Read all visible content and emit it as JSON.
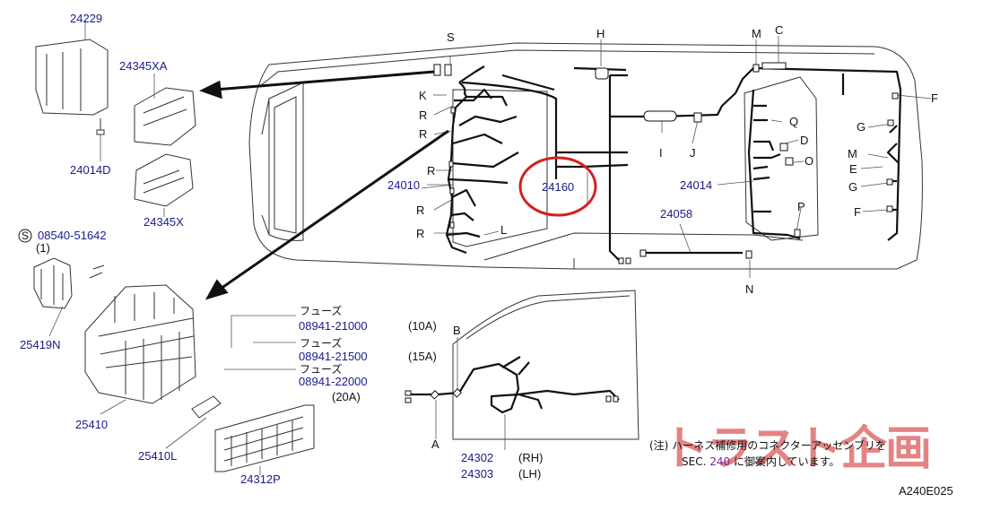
{
  "diagram": {
    "code": "A240E025",
    "highlight_color": "#d42020",
    "label_color": "#1a1a8c",
    "parts": {
      "p24229": "24229",
      "p24345XA": "24345XA",
      "p24014D": "24014D",
      "p24345X": "24345X",
      "s_mark": "S",
      "screw": "08540-51642",
      "screw_qty": "(1)",
      "p25419N": "25419N",
      "p25410": "25410",
      "p25410L": "25410L",
      "p24312P": "24312P",
      "p24010": "24010",
      "p24160": "24160",
      "p24014": "24014",
      "p24058": "24058",
      "p24302": "24302",
      "p24303": "24303",
      "rh": "(RH)",
      "lh": "(LH)"
    },
    "fuses": [
      {
        "label": "フューズ",
        "part": "08941-21000",
        "rating": "(10A)"
      },
      {
        "label": "フューズ",
        "part": "08941-21500",
        "rating": "(15A)"
      },
      {
        "label": "フューズ",
        "part": "08941-22000",
        "rating": "(20A)"
      }
    ],
    "letters": {
      "S": "S",
      "K": "K",
      "R": "R",
      "L": "L",
      "H": "H",
      "I": "I",
      "J": "J",
      "M": "M",
      "C": "C",
      "F": "F",
      "G": "G",
      "E": "E",
      "Q": "Q",
      "D": "D",
      "O": "O",
      "P": "P",
      "N": "N",
      "A": "A",
      "B": "B"
    },
    "note": {
      "prefix": "(注)",
      "line1": "ハーネス補修用のコネクターアッセンブリを",
      "sec": "SEC.",
      "sec_number": "240",
      "line2": "に御案内しています。"
    },
    "watermark": "トラスト企画"
  }
}
